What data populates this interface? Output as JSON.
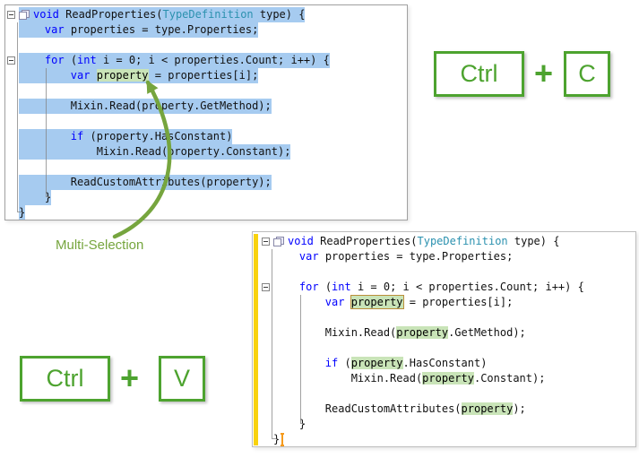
{
  "colors": {
    "selection_blue": "#A6CBF0",
    "highlight_green": "#C9E4B8",
    "highlight_border": "#BA8E3A",
    "change_bar_yellow": "#F8D20E",
    "keyword_blue": "#0000FF",
    "type_teal": "#2B91AF",
    "key_green": "#4DA32F",
    "arrow_green": "#76A53E",
    "caret_orange": "#F59A1D"
  },
  "annotation": {
    "label": "Multi-Selection"
  },
  "shortcuts": {
    "copy": {
      "modifier": "Ctrl",
      "plus": "+",
      "key": "C"
    },
    "paste": {
      "modifier": "Ctrl",
      "plus": "+",
      "key": "V"
    }
  },
  "panels": {
    "top": {
      "lines": [
        {
          "icon": true,
          "fold": true,
          "sel": true,
          "tokens": [
            [
              "kw",
              "void"
            ],
            [
              "pl",
              " ReadProperties("
            ],
            [
              "ty",
              "TypeDefinition"
            ],
            [
              "pl",
              " type) {"
            ]
          ]
        },
        {
          "sel": true,
          "tokens": [
            [
              "pl",
              "    "
            ],
            [
              "kw",
              "var"
            ],
            [
              "pl",
              " properties = type.Properties;"
            ]
          ]
        },
        {
          "tokens": []
        },
        {
          "fold": true,
          "sel": true,
          "tokens": [
            [
              "pl",
              "    "
            ],
            [
              "kw",
              "for"
            ],
            [
              "pl",
              " ("
            ],
            [
              "kw",
              "int"
            ],
            [
              "pl",
              " i = 0; i < properties.Count; i++) {"
            ]
          ]
        },
        {
          "sel": true,
          "tokens": [
            [
              "pl",
              "        "
            ],
            [
              "kw",
              "var"
            ],
            [
              "pl",
              " "
            ],
            [
              "hl",
              "property"
            ],
            [
              "pl",
              " = properties[i];"
            ]
          ]
        },
        {
          "tokens": []
        },
        {
          "sel": true,
          "tokens": [
            [
              "pl",
              "        Mixin.Read(property.GetMethod);"
            ]
          ]
        },
        {
          "tokens": []
        },
        {
          "sel": true,
          "tokens": [
            [
              "pl",
              "        "
            ],
            [
              "kw",
              "if"
            ],
            [
              "pl",
              " (property.HasConstant)"
            ]
          ]
        },
        {
          "sel": true,
          "tokens": [
            [
              "pl",
              "            Mixin.Read(property.Constant);"
            ]
          ]
        },
        {
          "tokens": []
        },
        {
          "sel": true,
          "tokens": [
            [
              "pl",
              "        ReadCustomAttributes(property);"
            ]
          ]
        },
        {
          "sel": true,
          "tokens": [
            [
              "pl",
              "    }"
            ]
          ]
        },
        {
          "sel": true,
          "tokens": [
            [
              "pl",
              "}"
            ]
          ]
        }
      ]
    },
    "bottom": {
      "lines": [
        {
          "icon": true,
          "fold": true,
          "tokens": [
            [
              "kw",
              "void"
            ],
            [
              "pl",
              " ReadProperties("
            ],
            [
              "ty",
              "TypeDefinition"
            ],
            [
              "pl",
              " type) {"
            ]
          ]
        },
        {
          "tokens": [
            [
              "pl",
              "    "
            ],
            [
              "kw",
              "var"
            ],
            [
              "pl",
              " properties = type.Properties;"
            ]
          ]
        },
        {
          "tokens": []
        },
        {
          "fold": true,
          "tokens": [
            [
              "pl",
              "    "
            ],
            [
              "kw",
              "for"
            ],
            [
              "pl",
              " ("
            ],
            [
              "kw",
              "int"
            ],
            [
              "pl",
              " i = 0; i < properties.Count; i++) {"
            ]
          ]
        },
        {
          "tokens": [
            [
              "pl",
              "        "
            ],
            [
              "kw",
              "var"
            ],
            [
              "pl",
              " "
            ],
            [
              "hlb",
              "property"
            ],
            [
              "pl",
              " = properties[i];"
            ]
          ]
        },
        {
          "tokens": []
        },
        {
          "tokens": [
            [
              "pl",
              "        Mixin.Read("
            ],
            [
              "hl",
              "property"
            ],
            [
              "pl",
              ".GetMethod);"
            ]
          ]
        },
        {
          "tokens": []
        },
        {
          "tokens": [
            [
              "pl",
              "        "
            ],
            [
              "kw",
              "if"
            ],
            [
              "pl",
              " ("
            ],
            [
              "hl",
              "property"
            ],
            [
              "pl",
              ".HasConstant)"
            ]
          ]
        },
        {
          "tokens": [
            [
              "pl",
              "            Mixin.Read("
            ],
            [
              "hl",
              "property"
            ],
            [
              "pl",
              ".Constant);"
            ]
          ]
        },
        {
          "tokens": []
        },
        {
          "tokens": [
            [
              "pl",
              "        ReadCustomAttributes("
            ],
            [
              "hl",
              "property"
            ],
            [
              "pl",
              ");"
            ]
          ]
        },
        {
          "tokens": [
            [
              "pl",
              "    }"
            ]
          ]
        },
        {
          "caret": true,
          "tokens": [
            [
              "pl",
              "}"
            ]
          ]
        }
      ]
    }
  }
}
